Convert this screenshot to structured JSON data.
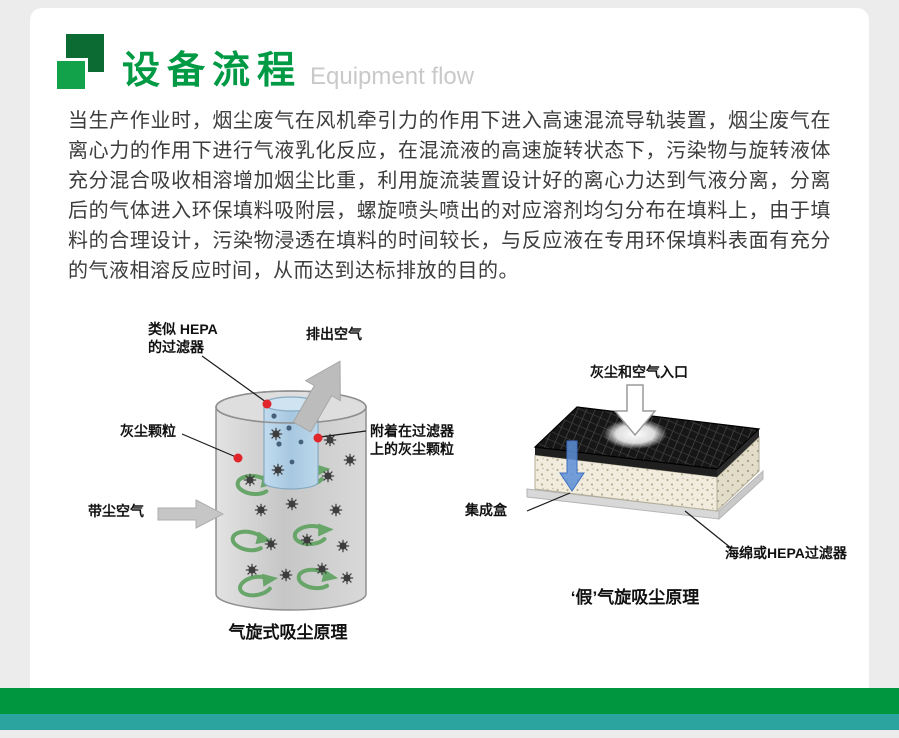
{
  "header": {
    "title_cn": "设备流程",
    "title_en": "Equipment flow"
  },
  "intro": {
    "paragraph": "当生产作业时，烟尘废气在风机牵引力的作用下进入高速混流导轨装置，烟尘废气在离心力的作用下进行气液乳化反应，在混流液的高速旋转状态下，污染物与旋转液体充分混合吸收相溶增加烟尘比重，利用旋流装置设计好的离心力达到气液分离，分离后的气体进入环保填料吸附层，螺旋喷头喷出的对应溶剂均匀分布在填料上，由于填料的合理设计，污染物浸透在填料的时间较长，与反应液在专用环保填料表面有充分的气液相溶反应时间，从而达到达标排放的目的。"
  },
  "diagram_left": {
    "label_filter": "类似 HEPA\n的过滤器",
    "label_exhaust": "排出空气",
    "label_dust_particles": "灰尘颗粒",
    "label_attached": "附着在过滤器\n上的灰尘颗粒",
    "label_intake": "带尘空气",
    "caption": "气旋式吸尘原理"
  },
  "diagram_right": {
    "label_inlet": "灰尘和空气入口",
    "label_box": "集成盒",
    "label_filter": "海绵或HEPA过滤器",
    "caption": "‘假’气旋吸尘原理"
  },
  "colors": {
    "brand_green": "#009944",
    "logo_dark_green": "#0b6b33",
    "logo_bright_green": "#12a24a",
    "title_en_gray": "#c9c9c9",
    "swirl_green": "#67a568",
    "filter_blue": "#b6d4ea",
    "marker_red": "#e0262b",
    "footer_green": "#009640",
    "footer_teal": "#2ba39f"
  }
}
